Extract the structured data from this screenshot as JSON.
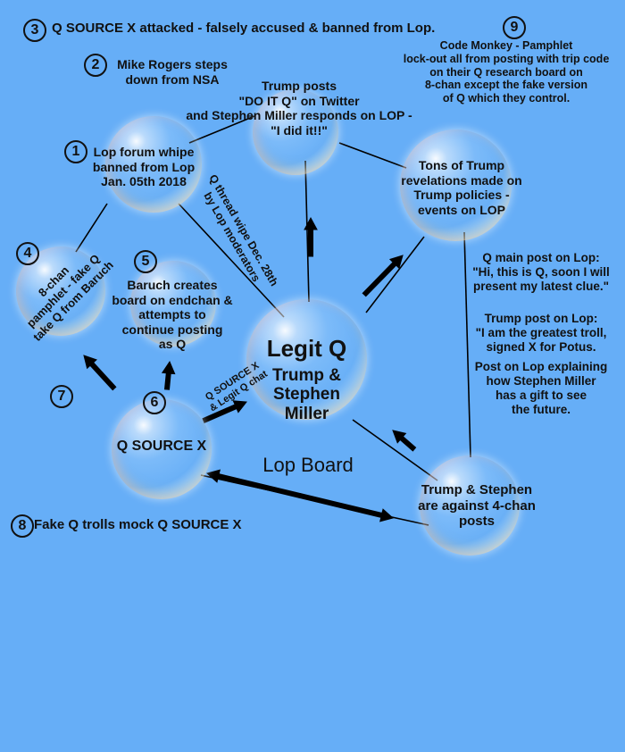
{
  "numbers": [
    "1",
    "2",
    "3",
    "4",
    "5",
    "6",
    "7",
    "8",
    "9"
  ],
  "labels": {
    "item3": "Q SOURCE X attacked - falsely accused & banned from Lop.",
    "item2": "Mike Rogers steps\ndown from NSA",
    "item9": "Code Monkey - Pamphlet\nlock-out all from posting with trip code\non their Q research board on\n8-chan except the fake version\nof Q which they control.",
    "trump_posts": "Trump posts\n\"DO IT Q\" on Twitter\nand Stephen Miller responds on LOP -\n\"I did it!!\"",
    "lop_wipe": "Lop forum whipe\nbanned from Lop\nJan. 05th 2018",
    "tons": "Tons of Trump\nrevelations made on\nTrump policies -\nevents on LOP",
    "thread_wipe": "Q thread wipe Dec. 28th\nby Lop moderators",
    "eight_chan": "8-chan\npamphlet - fake Q\ntake Q from Baruch",
    "baruch": "Baruch creates\nboard on endchan &\nattempts to\ncontinue posting\nas Q",
    "q_main_post": "Q main post on Lop:\n\"Hi, this is Q, soon I will\npresent my latest clue.\"",
    "trump_troll": "Trump post on Lop:\n\"I am the greatest troll,\nsigned X for Potus.",
    "miller_gift": "Post on Lop explaining\nhow Stephen Miller\nhas a gift to see\nthe future.",
    "legit_q": "Legit Q",
    "trump_stephen_miller": "Trump &\nStephen\nMiller",
    "q_source_x": "Q SOURCE X",
    "chat": "Q SOURCE X\n& Legit Q chat",
    "lop_board": "Lop Board",
    "against": "Trump & Stephen\nare against 4-chan\nposts",
    "item8": "Fake Q trolls mock Q SOURCE X"
  }
}
